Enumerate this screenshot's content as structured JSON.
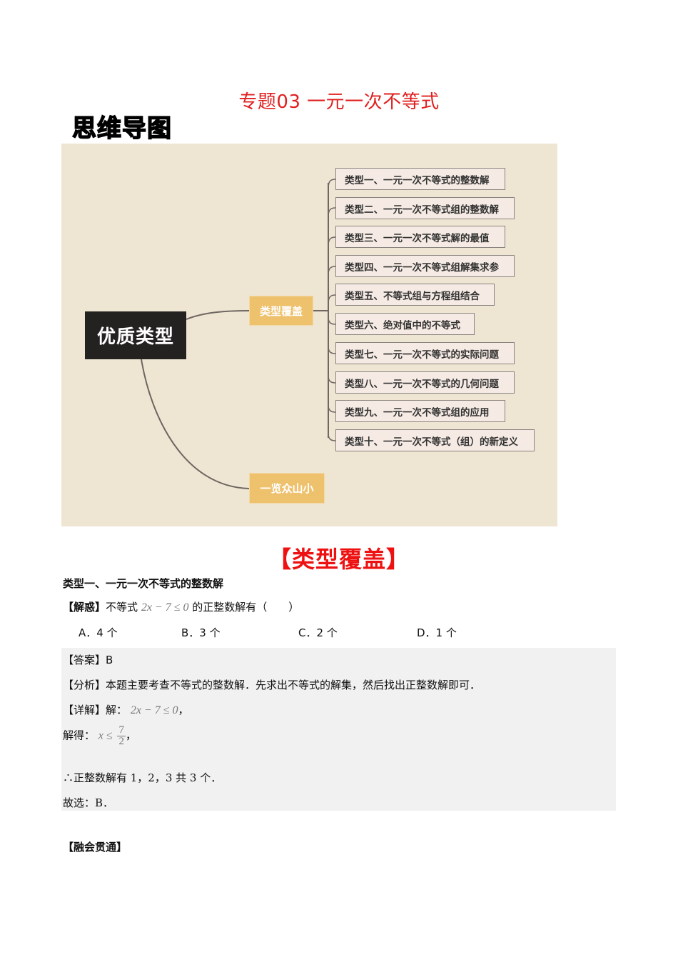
{
  "document": {
    "title": "专题03 一元一次不等式",
    "mindmap_label": "思维导图"
  },
  "mindmap": {
    "root": "优质类型",
    "branches": [
      {
        "label": "类型覆盖"
      },
      {
        "label": "一览众山小"
      }
    ],
    "leaves": [
      "类型一、一元一次不等式的整数解",
      "类型二、一元一次不等式组的整数解",
      "类型三、一元一次不等式解的最值",
      "类型四、一元一次不等式组解集求参",
      "类型五、不等式组与方程组结合",
      "类型六、绝对值中的不等式",
      "类型七、一元一次不等式的实际问题",
      "类型八、一元一次不等式的几何问题",
      "类型九、一元一次不等式组的应用",
      "类型十、一元一次不等式（组）的新定义"
    ],
    "colors": {
      "background": "#efe5d3",
      "root": "#242221",
      "branch": "#eec16d",
      "leaf": "#f6ebe4"
    }
  },
  "section": {
    "heading": "【类型覆盖】",
    "type_title": "类型一、一元一次不等式的整数解",
    "question": {
      "tag": "【解惑】",
      "prefix": "不等式",
      "math": "2x − 7 ≤ 0",
      "suffix": "的正整数解有（　　）"
    },
    "options": [
      {
        "label": "A．4 个"
      },
      {
        "label": "B．3 个"
      },
      {
        "label": "C．2 个"
      },
      {
        "label": "D．1 个"
      }
    ],
    "answer": {
      "answer_tag": "【答案】",
      "answer_value": "B",
      "analysis_tag": "【分析】",
      "analysis_text": "本题主要考查不等式的整数解．先求出不等式的解集，然后找出正整数解即可．",
      "detail_tag": "【详解】",
      "detail_prefix": "解：",
      "detail_math": "2x − 7 ≤ 0",
      "detail_suffix": "，",
      "solve_prefix": "解得：",
      "solve_math_lhs": "x ≤",
      "solve_frac_num": "7",
      "solve_frac_den": "2",
      "solve_suffix": "，",
      "conclusion": "∴正整数解有 1，2，3 共 3 个．",
      "choice": "故选：B．"
    },
    "practice_tag": "【融会贯通】"
  }
}
